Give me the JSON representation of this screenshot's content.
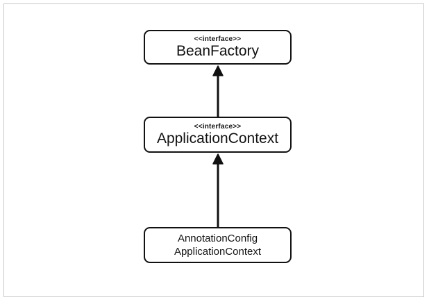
{
  "diagram": {
    "nodes": [
      {
        "id": "bean-factory",
        "stereotype": "<<interface>>",
        "name": "BeanFactory"
      },
      {
        "id": "application-context",
        "stereotype": "<<interface>>",
        "name": "ApplicationContext"
      },
      {
        "id": "annotation-config-application-context",
        "name_line1": "AnnotationConfig",
        "name_line2": "ApplicationContext"
      }
    ],
    "edges": [
      {
        "from": "application-context",
        "to": "bean-factory",
        "type": "inheritance"
      },
      {
        "from": "annotation-config-application-context",
        "to": "application-context",
        "type": "inheritance"
      }
    ]
  },
  "colors": {
    "stroke": "#111111",
    "background": "#ffffff",
    "frame_border": "#c8c8c8"
  }
}
